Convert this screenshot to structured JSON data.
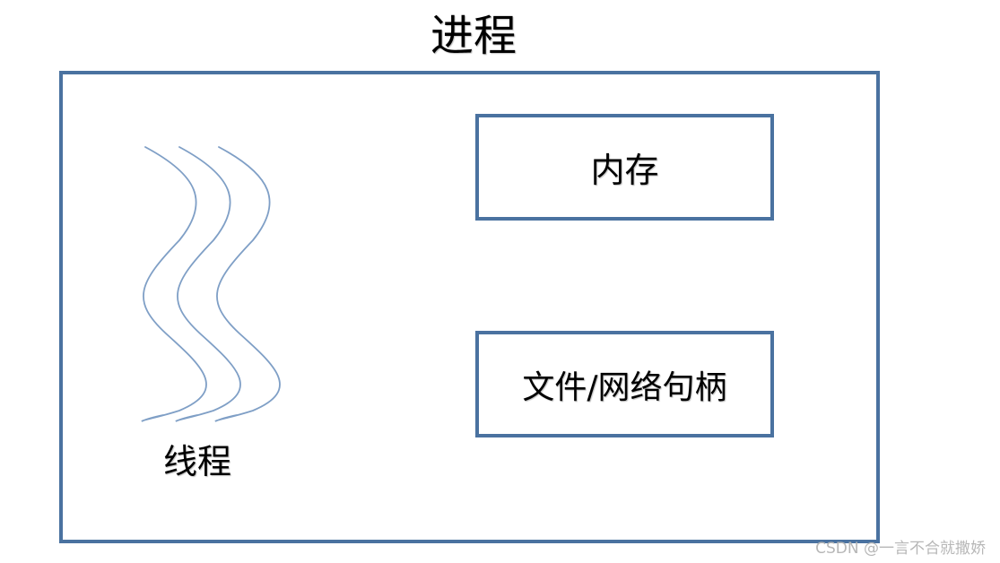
{
  "diagram": {
    "title": "进程",
    "memory_label": "内存",
    "handles_label": "文件/网络句柄",
    "thread_label": "线程"
  },
  "watermark": "CSDN @一言不合就撒娇",
  "colors": {
    "border": "#4a72a0",
    "thread_stroke": "#7f9fc6"
  },
  "icons": {
    "threads": "wavy-thread-lines"
  }
}
